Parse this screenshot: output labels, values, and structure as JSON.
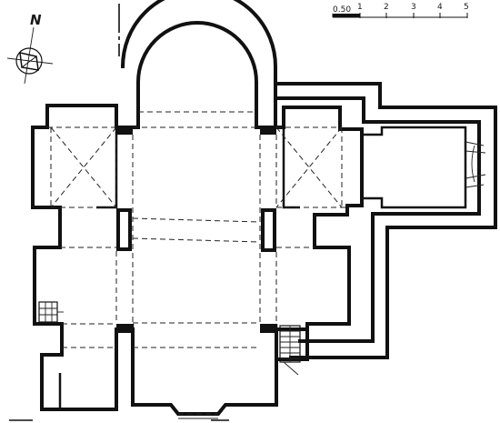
{
  "compass": {
    "label": "N"
  },
  "scale_bar": {
    "tick_labels": [
      "0.50",
      "1",
      "2",
      "3",
      "4",
      "5"
    ]
  },
  "colors": {
    "ink": "#111111",
    "paper": "#ffffff"
  },
  "icons": [
    "north-arrow-icon",
    "stair-icon"
  ]
}
